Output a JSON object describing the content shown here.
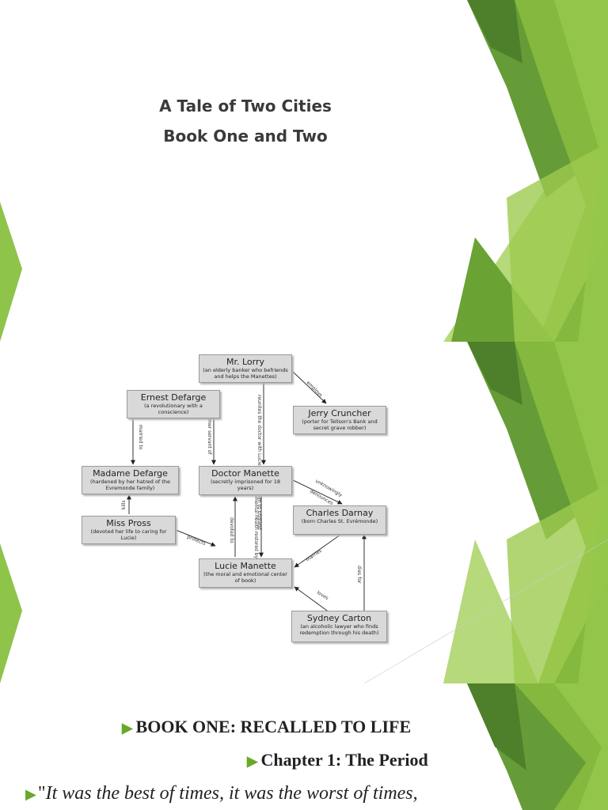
{
  "slide1": {
    "title_line1": "A Tale of Two Cities",
    "title_line2": "Book One and Two"
  },
  "diagram": {
    "nodes": [
      {
        "id": "lorry",
        "name": "Mr. Lorry",
        "desc": "(an elderly banker who befriends and helps the Manettes)"
      },
      {
        "id": "ernest",
        "name": "Ernest Defarge",
        "desc": "(a revolutionary with a conscience)"
      },
      {
        "id": "jerry",
        "name": "Jerry Cruncher",
        "desc": "(porter for Tellson's Bank and secret grave robber)"
      },
      {
        "id": "madame",
        "name": "Madame Defarge",
        "desc": "(hardened by her hatred of the Evremonde family)"
      },
      {
        "id": "doctor",
        "name": "Doctor Manette",
        "desc": "(secretly imprisoned for 18 years)"
      },
      {
        "id": "charles",
        "name": "Charles Darnay",
        "desc": "(born Charles St. Evrémonde)"
      },
      {
        "id": "pross",
        "name": "Miss Pross",
        "desc": "(devoted her life to caring for Lucie)"
      },
      {
        "id": "lucie",
        "name": "Lucie Manette",
        "desc": "(the moral and emotional center of book)"
      },
      {
        "id": "sydney",
        "name": "Sydney Carton",
        "desc": "(an alcoholic lawyer who finds redemption through his death)"
      }
    ],
    "edges": {
      "employs": "employs",
      "reunites": "reunites the doctor with Lucie and brings him to England",
      "former_servant": "former servant of",
      "married_to": "married to",
      "kills": "kills",
      "unknowingly": "unknowingly",
      "denounces": "denounces",
      "devoted_to": "devoted to",
      "mental_health": "mental health restored by",
      "protects": "protects",
      "marries": "marries",
      "dies_for": "dies for",
      "loves": "loves"
    }
  },
  "slide3": {
    "heading": "BOOK ONE: RECALLED TO LIFE",
    "chapter": "Chapter 1: The Period",
    "quote_open": "\"",
    "quote_text": "It was the best of times, it was the worst of times,"
  },
  "colors": {
    "green_dark": "#5d8f2e",
    "green_mid": "#77ab33",
    "green_light": "#9dcb4f",
    "green_pale": "#c7e29a"
  }
}
